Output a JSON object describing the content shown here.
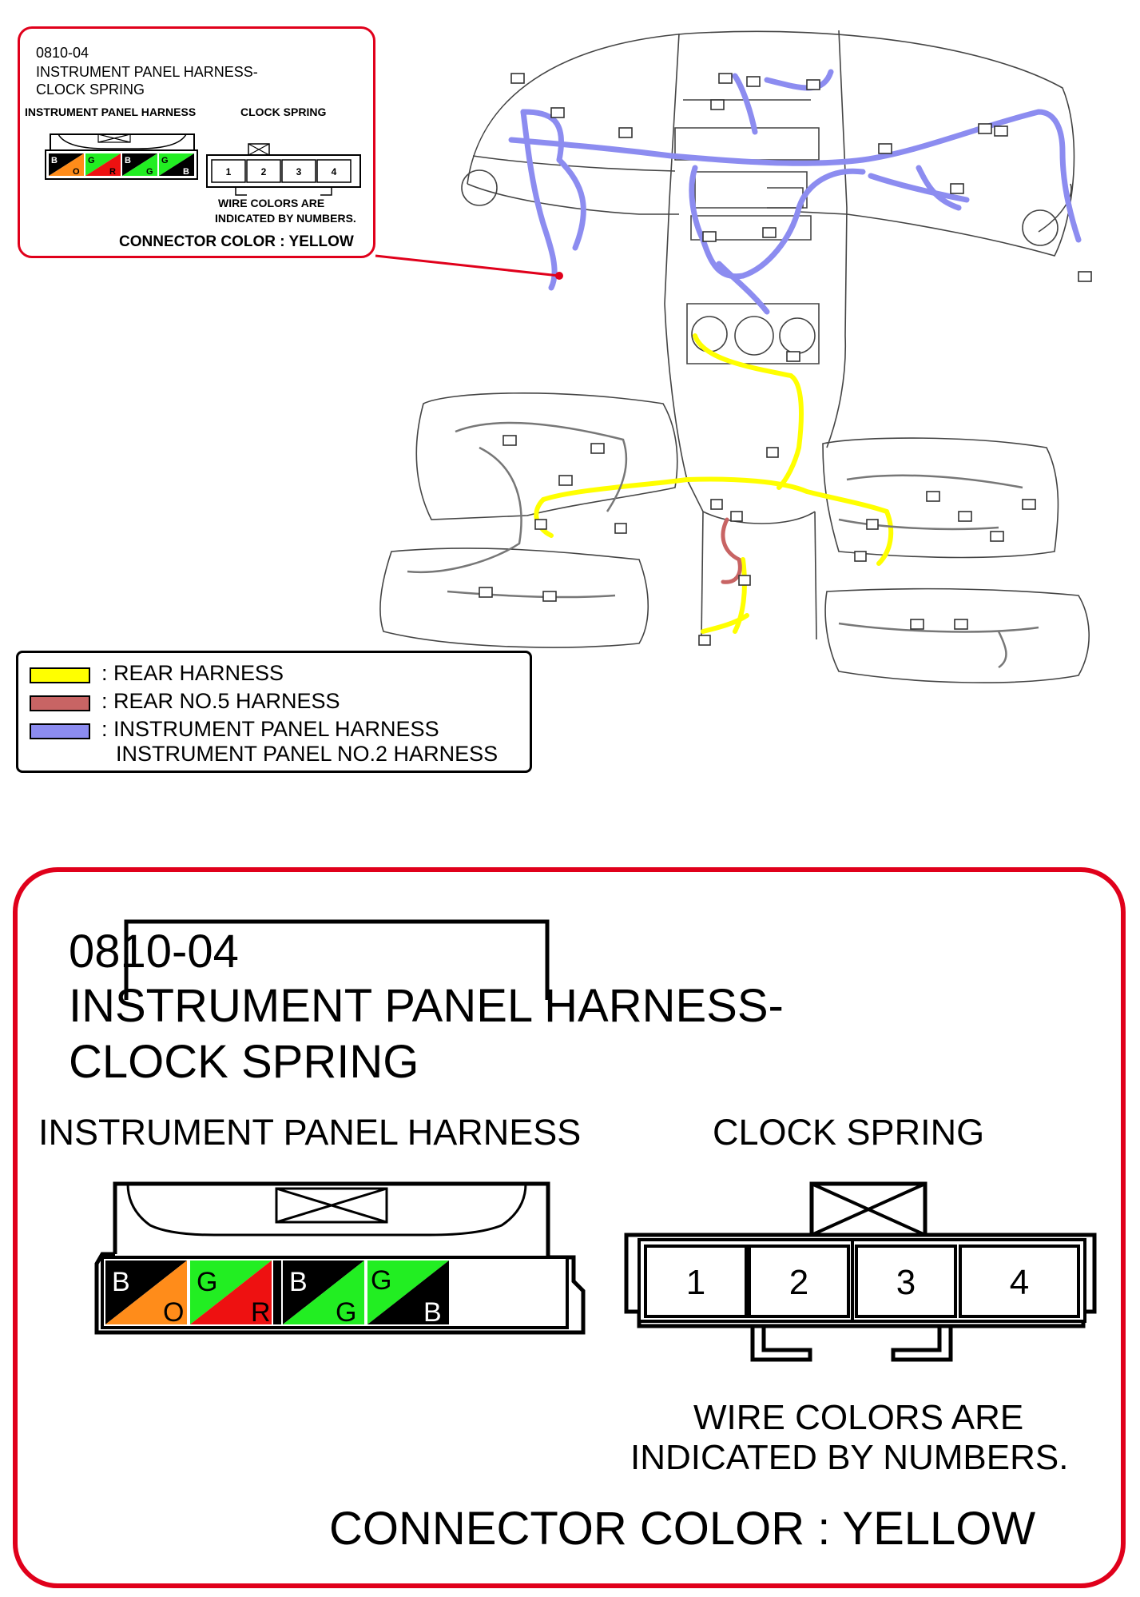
{
  "connector": {
    "code": "0810-04",
    "title_line1": "INSTRUMENT PANEL HARNESS-",
    "title_line2": "CLOCK SPRING",
    "left_label": "INSTRUMENT PANEL HARNESS",
    "right_label": "CLOCK SPRING",
    "note_line1": "WIRE COLORS ARE",
    "note_line2": "INDICATED BY NUMBERS.",
    "connector_color": "CONNECTOR COLOR : YELLOW",
    "harness_pins": [
      {
        "top": "B",
        "bottom": "O",
        "top_color": "#000000",
        "bottom_color": "#ff8c1a"
      },
      {
        "top": "G",
        "bottom": "R",
        "top_color": "#22ee22",
        "bottom_color": "#ee1111"
      },
      {
        "top": "B",
        "bottom": "G",
        "top_color": "#000000",
        "bottom_color": "#22ee22"
      },
      {
        "top": "G",
        "bottom": "B",
        "top_color": "#22ee22",
        "bottom_color": "#000000"
      }
    ],
    "clock_spring_pins": [
      "1",
      "2",
      "3",
      "4"
    ]
  },
  "legend": {
    "items": [
      {
        "label": ": REAR HARNESS",
        "color": "#ffff00"
      },
      {
        "label": ": REAR NO.5 HARNESS",
        "color": "#c86464"
      },
      {
        "label": ": INSTRUMENT PANEL HARNESS",
        "color": "#8c8cf0"
      }
    ],
    "extra_line": "INSTRUMENT PANEL NO.2 HARNESS"
  },
  "colors": {
    "callout_border": "#e0001b",
    "rear_harness": "#ffff00",
    "rear_no5_harness": "#c86464",
    "instrument_panel_harness": "#8c8cf0"
  }
}
